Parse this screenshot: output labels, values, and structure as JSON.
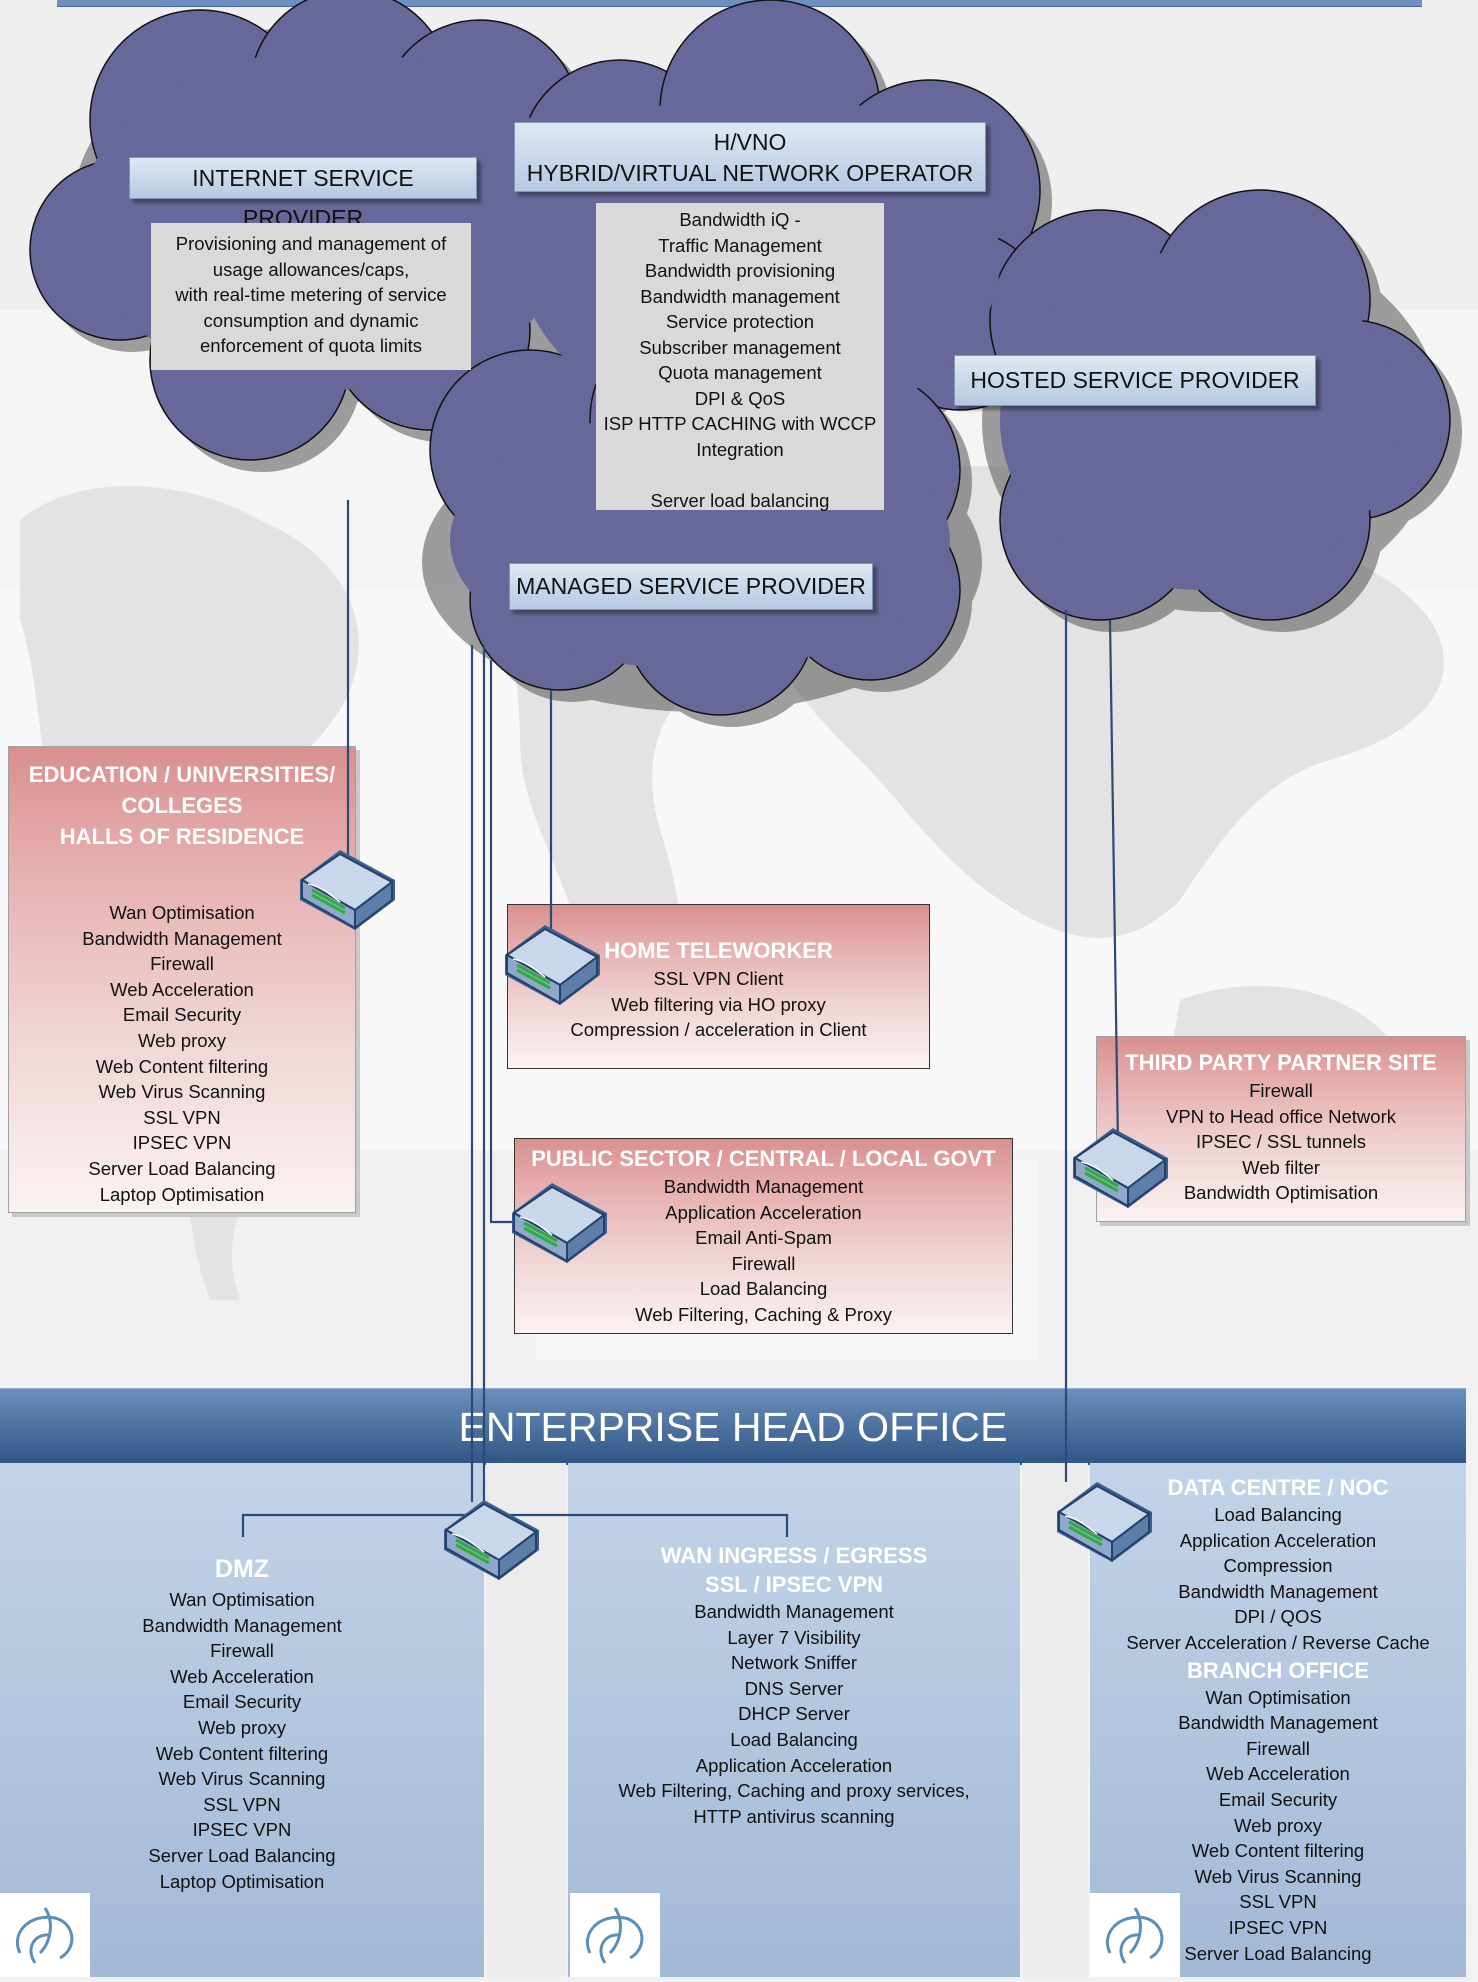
{
  "clouds": {
    "isp": {
      "label": "INTERNET SERVICE PROVIDER",
      "desc": [
        "Provisioning and management of",
        "usage allowances/caps,",
        "with real-time metering of service",
        "consumption and dynamic",
        "enforcement of quota limits"
      ]
    },
    "hvno": {
      "label_line1": "H/VNO",
      "label_line2": "HYBRID/VIRTUAL NETWORK OPERATOR",
      "desc": [
        "Bandwidth iQ -",
        "Traffic Management",
        "Bandwidth provisioning",
        "Bandwidth management",
        "Service protection",
        "Subscriber management",
        "Quota management",
        "DPI & QoS",
        "ISP HTTP CACHING with WCCP",
        "Integration",
        "",
        "Server load balancing"
      ]
    },
    "hosted": {
      "label": "HOSTED SERVICE PROVIDER"
    },
    "managed": {
      "label": "MANAGED SERVICE PROVIDER"
    },
    "color": "#676799"
  },
  "sites": {
    "education": {
      "title": [
        "EDUCATION / UNIVERSITIES/",
        "COLLEGES",
        "HALLS OF RESIDENCE"
      ],
      "items": [
        "Wan Optimisation",
        "Bandwidth Management",
        "Firewall",
        "Web Acceleration",
        "Email Security",
        "Web proxy",
        "Web Content filtering",
        "Web Virus Scanning",
        "SSL VPN",
        "IPSEC VPN",
        "Server Load Balancing",
        "Laptop Optimisation"
      ]
    },
    "home": {
      "title": "HOME TELEWORKER",
      "items": [
        "SSL VPN Client",
        "Web filtering via HO proxy",
        "Compression / acceleration in Client"
      ]
    },
    "public": {
      "title": "PUBLIC SECTOR / CENTRAL / LOCAL GOVT",
      "items": [
        "Bandwidth Management",
        "Application Acceleration",
        "Email Anti-Spam",
        "Firewall",
        "Load Balancing",
        "Web Filtering, Caching & Proxy"
      ]
    },
    "thirdparty": {
      "title": "THIRD PARTY PARTNER SITE",
      "items": [
        "Firewall",
        "VPN to Head office Network",
        "IPSEC / SSL tunnels",
        "Web filter",
        "Bandwidth Optimisation"
      ]
    }
  },
  "headoffice": {
    "title": "ENTERPRISE HEAD OFFICE",
    "dmz": {
      "title": "DMZ",
      "items": [
        "Wan Optimisation",
        "Bandwidth Management",
        "Firewall",
        "Web Acceleration",
        "Email Security",
        "Web proxy",
        "Web Content filtering",
        "Web Virus Scanning",
        "SSL VPN",
        "IPSEC VPN",
        "Server Load Balancing",
        "Laptop Optimisation"
      ]
    },
    "wan": {
      "title": [
        "WAN INGRESS / EGRESS",
        "SSL / IPSEC VPN"
      ],
      "items": [
        "Bandwidth Management",
        "Layer 7 Visibility",
        "Network Sniffer",
        "DNS Server",
        "DHCP Server",
        "Load Balancing",
        "Application Acceleration",
        "Web Filtering, Caching and proxy services,",
        "HTTP antivirus scanning"
      ]
    },
    "datacentre": {
      "title": "DATA CENTRE / NOC",
      "items": [
        "Load Balancing",
        "Application Acceleration",
        "Compression",
        "Bandwidth Management",
        "DPI / QOS",
        "Server Acceleration / Reverse Cache"
      ],
      "branch_title": "BRANCH OFFICE",
      "branch_items": [
        "Wan Optimisation",
        "Bandwidth Management",
        "Firewall",
        "Web Acceleration",
        "Email Security",
        "Web proxy",
        "Web Content filtering",
        "Web Virus Scanning",
        "SSL VPN",
        "IPSEC VPN",
        "Server Load Balancing"
      ]
    }
  }
}
